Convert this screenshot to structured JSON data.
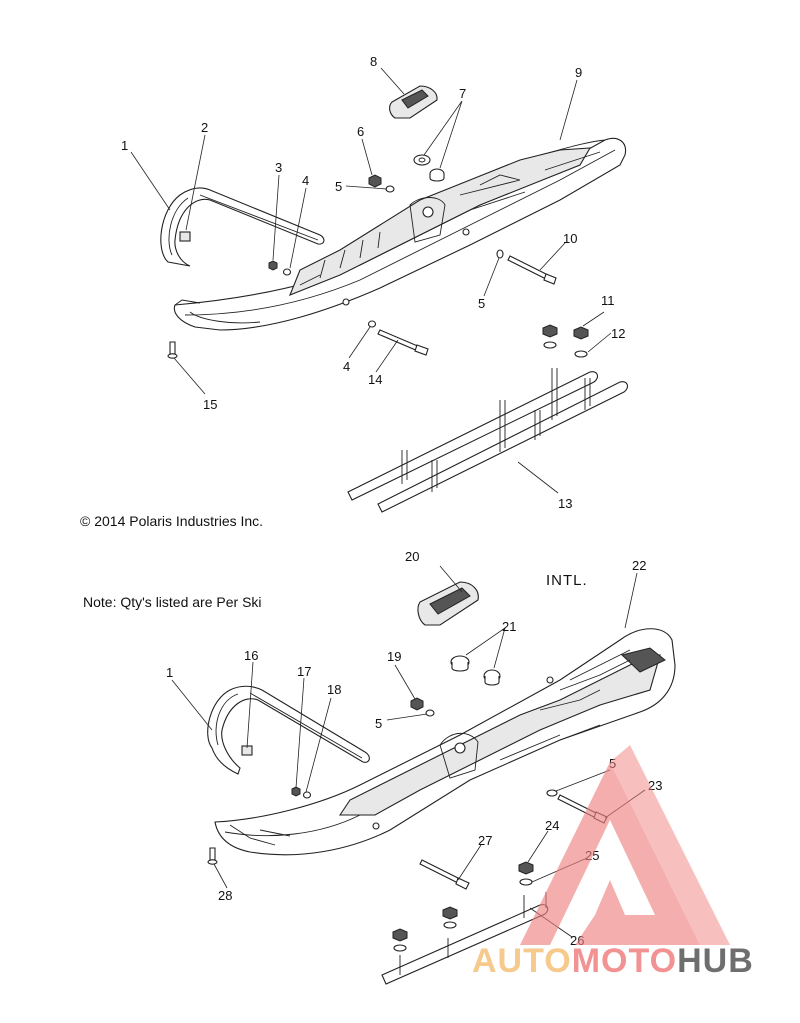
{
  "copyright": "© 2014 Polaris Industries Inc.",
  "note": "Note: Qty's listed are Per Ski",
  "variant_label": "INTL.",
  "watermark": {
    "part1": "AUTO",
    "part2": "MOTO",
    "part3": "HUB",
    "color_primary": "#f08080",
    "color_accent": "#f5c07a",
    "color_dark": "#555555"
  },
  "callouts_top": {
    "c1": "1",
    "c2": "2",
    "c3": "3",
    "c4a": "4",
    "c4b": "4",
    "c5a": "5",
    "c5b": "5",
    "c6": "6",
    "c7": "7",
    "c8": "8",
    "c9": "9",
    "c10": "10",
    "c11": "11",
    "c12": "12",
    "c13": "13",
    "c14": "14",
    "c15": "15"
  },
  "callouts_bottom": {
    "c1": "1",
    "c16": "16",
    "c17": "17",
    "c18": "18",
    "c19": "19",
    "c20": "20",
    "c21": "21",
    "c22": "22",
    "c5a": "5",
    "c5b": "5",
    "c23": "23",
    "c24": "24",
    "c25": "25",
    "c26": "26",
    "c27": "27",
    "c28": "28"
  }
}
